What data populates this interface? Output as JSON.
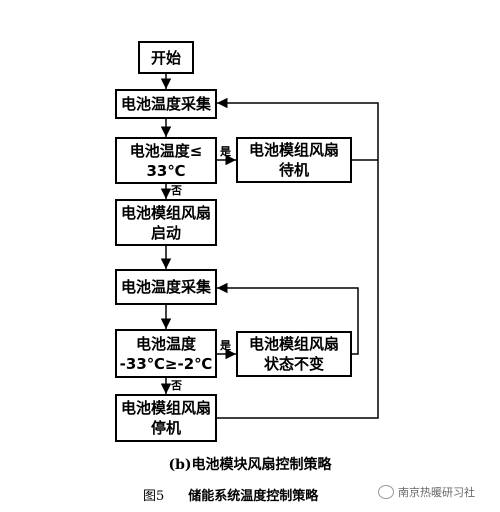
{
  "nodes": {
    "start": "开始",
    "collect1": "电池温度采集",
    "cond1_line1": "电池温度≤",
    "cond1_line2": "33℃",
    "standby_line1": "电池模组风扇",
    "standby_line2": "待机",
    "fan_start_line1": "电池模组风扇",
    "fan_start_line2": "启动",
    "collect2": "电池温度采集",
    "cond2_line1": "电池温度",
    "cond2_line2": "-33℃≥-2℃",
    "keep_line1": "电池模组风扇",
    "keep_line2": "状态不变",
    "fan_stop_line1": "电池模组风扇",
    "fan_stop_line2": "停机"
  },
  "labels": {
    "yes1": "是",
    "no1": "否",
    "yes2": "是",
    "no2": "否"
  },
  "captions": {
    "sub": "(b)电池模块风扇控制策略",
    "fig_num": "图5",
    "fig_title": "储能系统温度控制策略"
  },
  "watermark": {
    "text": "南京热暖研习社"
  }
}
